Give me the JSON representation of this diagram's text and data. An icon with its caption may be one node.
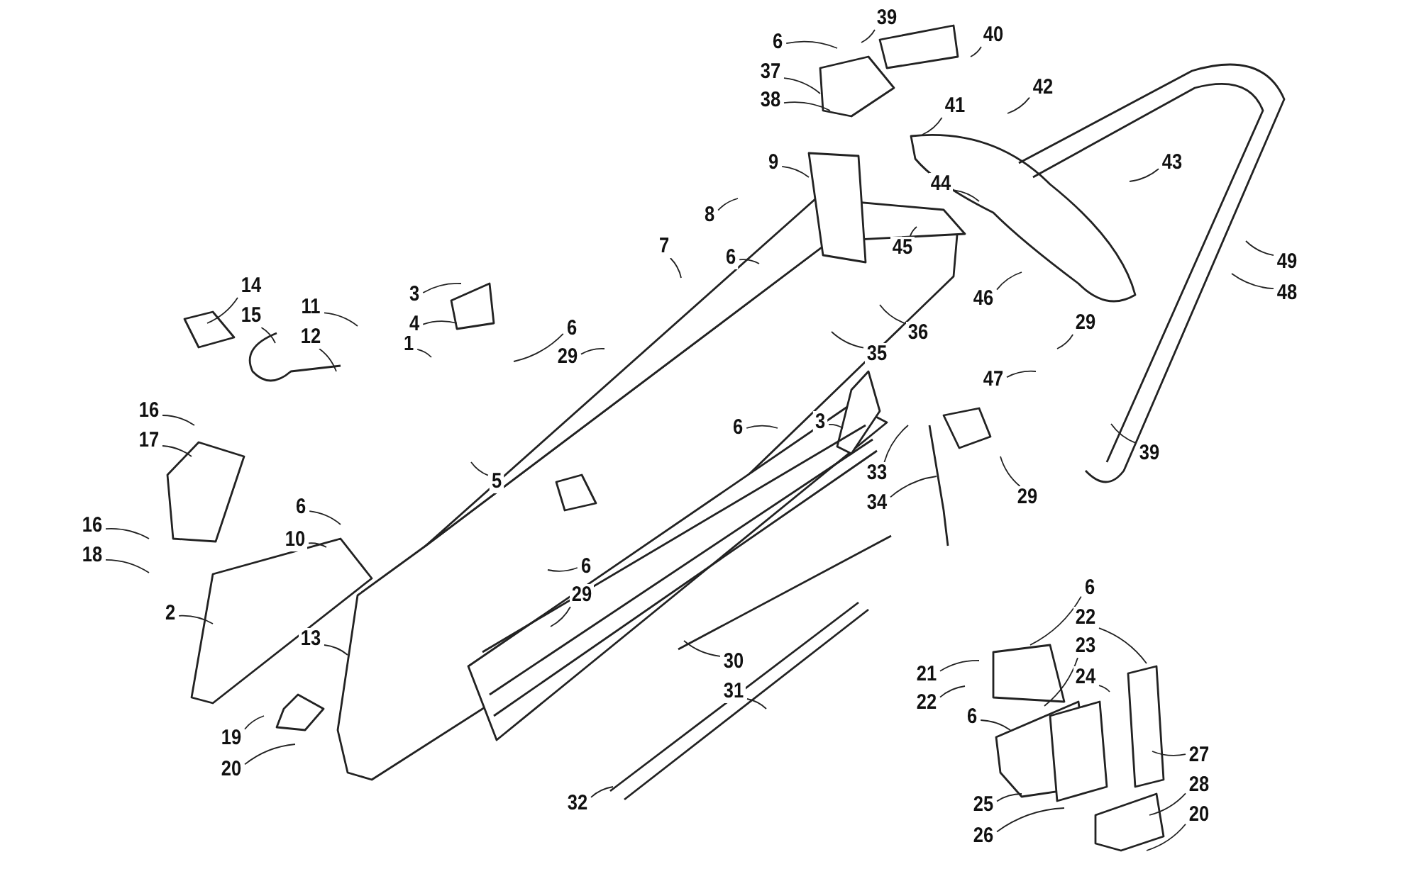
{
  "diagram": {
    "nodes": [
      {
        "text": [
          "1"
        ]
      },
      {
        "text": [
          "2"
        ]
      },
      {
        "text": [
          "3"
        ]
      },
      {
        "text": [
          "3"
        ]
      },
      {
        "text": [
          "4"
        ]
      },
      {
        "text": [
          "5"
        ]
      },
      {
        "text": [
          "6"
        ]
      },
      {
        "text": [
          "6"
        ]
      },
      {
        "text": [
          "6"
        ]
      },
      {
        "text": [
          "6"
        ]
      },
      {
        "text": [
          "6"
        ]
      },
      {
        "text": [
          "6"
        ]
      },
      {
        "text": [
          "6"
        ]
      },
      {
        "text": [
          "6"
        ]
      },
      {
        "text": [
          "7"
        ]
      },
      {
        "text": [
          "8"
        ]
      },
      {
        "text": [
          "9"
        ]
      },
      {
        "text": [
          "10"
        ]
      },
      {
        "text": [
          "11"
        ]
      },
      {
        "text": [
          "12"
        ]
      },
      {
        "text": [
          "13"
        ]
      },
      {
        "text": [
          "14"
        ]
      },
      {
        "text": [
          "15"
        ]
      },
      {
        "text": [
          "16"
        ]
      },
      {
        "text": [
          "16"
        ]
      },
      {
        "text": [
          "17"
        ]
      },
      {
        "text": [
          "18"
        ]
      },
      {
        "text": [
          "19"
        ]
      },
      {
        "text": [
          "20"
        ]
      },
      {
        "text": [
          "20"
        ]
      },
      {
        "text": [
          "21"
        ]
      },
      {
        "text": [
          "22"
        ]
      },
      {
        "text": [
          "22"
        ]
      },
      {
        "text": [
          "23"
        ]
      },
      {
        "text": [
          "24"
        ]
      },
      {
        "text": [
          "25"
        ]
      },
      {
        "text": [
          "26"
        ]
      },
      {
        "text": [
          "27"
        ]
      },
      {
        "text": [
          "28"
        ]
      },
      {
        "text": [
          "29"
        ]
      },
      {
        "text": [
          "29"
        ]
      },
      {
        "text": [
          "29"
        ]
      },
      {
        "text": [
          "29"
        ]
      },
      {
        "text": [
          "30"
        ]
      },
      {
        "text": [
          "31"
        ]
      },
      {
        "text": [
          "32"
        ]
      },
      {
        "text": [
          "33"
        ]
      },
      {
        "text": [
          "34"
        ]
      },
      {
        "text": [
          "35"
        ]
      },
      {
        "text": [
          "36"
        ]
      },
      {
        "text": [
          "37"
        ]
      },
      {
        "text": [
          "38"
        ]
      },
      {
        "text": [
          "39"
        ]
      },
      {
        "text": [
          "39"
        ]
      },
      {
        "text": [
          "40"
        ]
      },
      {
        "text": [
          "41"
        ]
      },
      {
        "text": [
          "42"
        ]
      },
      {
        "text": [
          "43"
        ]
      },
      {
        "text": [
          "44"
        ]
      },
      {
        "text": [
          "45"
        ]
      },
      {
        "text": [
          "46"
        ]
      },
      {
        "text": [
          "47"
        ]
      },
      {
        "text": [
          "48"
        ]
      },
      {
        "text": [
          "49"
        ]
      }
    ],
    "edges": [
      {
        "from": 0,
        "to": null,
        "arrow": "none"
      },
      {
        "from": 1,
        "to": null,
        "arrow": "none"
      },
      {
        "from": 2,
        "to": null,
        "arrow": "none"
      },
      {
        "from": 3,
        "to": null,
        "arrow": "none"
      },
      {
        "from": 4,
        "to": null,
        "arrow": "none"
      },
      {
        "from": 5,
        "to": null,
        "arrow": "none"
      },
      {
        "from": 6,
        "to": null,
        "arrow": "none"
      },
      {
        "from": 7,
        "to": null,
        "arrow": "none"
      },
      {
        "from": 8,
        "to": null,
        "arrow": "none"
      },
      {
        "from": 9,
        "to": null,
        "arrow": "none"
      },
      {
        "from": 10,
        "to": null,
        "arrow": "none"
      },
      {
        "from": 11,
        "to": null,
        "arrow": "none"
      },
      {
        "from": 12,
        "to": null,
        "arrow": "none"
      },
      {
        "from": 13,
        "to": null,
        "arrow": "none"
      },
      {
        "from": 14,
        "to": null,
        "arrow": "none"
      },
      {
        "from": 15,
        "to": null,
        "arrow": "none"
      },
      {
        "from": 16,
        "to": null,
        "arrow": "none"
      },
      {
        "from": 17,
        "to": null,
        "arrow": "none"
      },
      {
        "from": 18,
        "to": null,
        "arrow": "none"
      },
      {
        "from": 19,
        "to": null,
        "arrow": "none"
      },
      {
        "from": 20,
        "to": null,
        "arrow": "none"
      },
      {
        "from": 21,
        "to": null,
        "arrow": "none"
      },
      {
        "from": 22,
        "to": null,
        "arrow": "none"
      },
      {
        "from": 23,
        "to": null,
        "arrow": "none"
      },
      {
        "from": 24,
        "to": null,
        "arrow": "none"
      },
      {
        "from": 25,
        "to": null,
        "arrow": "none"
      },
      {
        "from": 26,
        "to": null,
        "arrow": "none"
      },
      {
        "from": 27,
        "to": null,
        "arrow": "none"
      },
      {
        "from": 28,
        "to": null,
        "arrow": "none"
      },
      {
        "from": 29,
        "to": null,
        "arrow": "none"
      },
      {
        "from": 30,
        "to": null,
        "arrow": "none"
      },
      {
        "from": 31,
        "to": null,
        "arrow": "none"
      },
      {
        "from": 32,
        "to": null,
        "arrow": "none"
      },
      {
        "from": 33,
        "to": null,
        "arrow": "none"
      },
      {
        "from": 34,
        "to": null,
        "arrow": "none"
      },
      {
        "from": 35,
        "to": null,
        "arrow": "none"
      },
      {
        "from": 36,
        "to": null,
        "arrow": "none"
      },
      {
        "from": 37,
        "to": null,
        "arrow": "none"
      },
      {
        "from": 38,
        "to": null,
        "arrow": "none"
      },
      {
        "from": 39,
        "to": null,
        "arrow": "none"
      },
      {
        "from": 40,
        "to": null,
        "arrow": "none"
      },
      {
        "from": 41,
        "to": null,
        "arrow": "none"
      },
      {
        "from": 42,
        "to": null,
        "arrow": "none"
      },
      {
        "from": 43,
        "to": null,
        "arrow": "none"
      },
      {
        "from": 44,
        "to": null,
        "arrow": "none"
      },
      {
        "from": 45,
        "to": null,
        "arrow": "none"
      },
      {
        "from": 46,
        "to": null,
        "arrow": "none"
      },
      {
        "from": 47,
        "to": null,
        "arrow": "none"
      },
      {
        "from": 48,
        "to": null,
        "arrow": "none"
      },
      {
        "from": 49,
        "to": null,
        "arrow": "none"
      },
      {
        "from": 50,
        "to": null,
        "arrow": "none"
      },
      {
        "from": 51,
        "to": null,
        "arrow": "none"
      },
      {
        "from": 52,
        "to": null,
        "arrow": "none"
      },
      {
        "from": 53,
        "to": null,
        "arrow": "none"
      },
      {
        "from": 54,
        "to": null,
        "arrow": "none"
      },
      {
        "from": 55,
        "to": null,
        "arrow": "none"
      },
      {
        "from": 56,
        "to": null,
        "arrow": "none"
      },
      {
        "from": 57,
        "to": null,
        "arrow": "none"
      },
      {
        "from": 58,
        "to": null,
        "arrow": "none"
      },
      {
        "from": 59,
        "to": null,
        "arrow": "none"
      },
      {
        "from": 60,
        "to": null,
        "arrow": "none"
      },
      {
        "from": 61,
        "to": null,
        "arrow": "none"
      },
      {
        "from": 62,
        "to": null,
        "arrow": "none"
      },
      {
        "from": 63,
        "to": null,
        "arrow": "none"
      }
    ]
  }
}
